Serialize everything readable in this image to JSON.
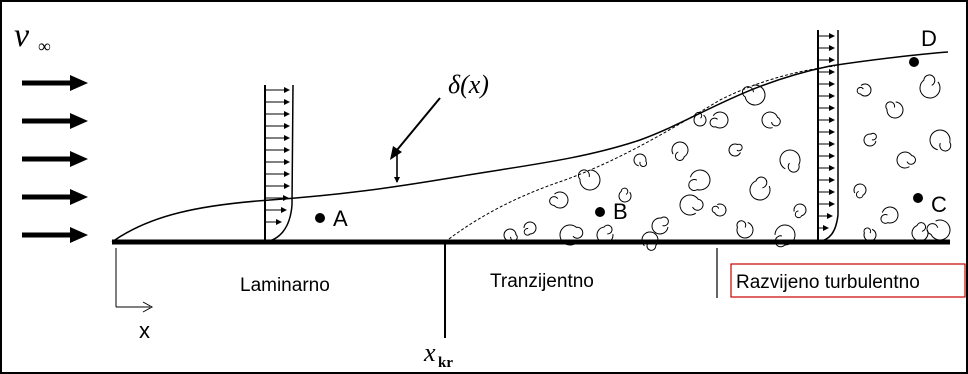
{
  "free_stream": {
    "symbol": "v",
    "subscript": "∞"
  },
  "boundary_layer": {
    "label": "δ(x)"
  },
  "points": {
    "A": "A",
    "B": "B",
    "C": "C",
    "D": "D"
  },
  "regions": {
    "laminar": "Laminarno",
    "transitional": "Tranzijentno",
    "turbulent": "Razvijeno turbulentno"
  },
  "axis": {
    "x_label": "x"
  },
  "critical": {
    "symbol": "x",
    "subscript": "kr"
  },
  "colors": {
    "line": "#000000",
    "highlight_border": "#cc0000",
    "background": "#ffffff"
  }
}
